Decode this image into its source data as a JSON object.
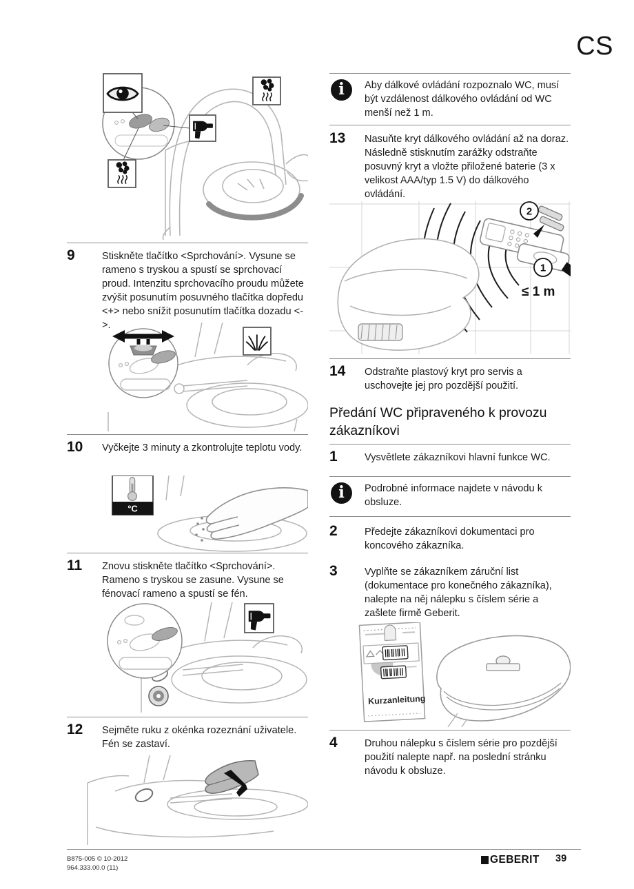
{
  "page": {
    "language_code": "CS",
    "footer": {
      "doc_code": "B875-005 © 10-2012",
      "doc_version": "964.333.00.0 (11)",
      "brand": "GEBERIT",
      "page_number": "39"
    }
  },
  "icons": {
    "info_glyph": "i"
  },
  "left_column": {
    "step9": {
      "num": "9",
      "text": "Stiskněte tlačítko <Sprchování>. Vysune se rameno s tryskou a spustí se sprchovací proud. Intenzitu sprchovacího proudu můžete zvýšit posunutím posuvného tlačítka dopředu <+> nebo snížit posunutím tlačítka dozadu <->."
    },
    "step10": {
      "num": "10",
      "text": "Vyčkejte 3 minuty a zkontrolujte teplotu vody."
    },
    "step11": {
      "num": "11",
      "text": "Znovu stiskněte tlačítko <Sprchování>. Rameno s tryskou se zasune. Vysune se fénovací rameno a spustí se fén."
    },
    "step12": {
      "num": "12",
      "text": "Sejměte ruku z okénka rozeznání uživatele. Fén se zastaví."
    },
    "labels": {
      "temperature_unit": "°C"
    }
  },
  "right_column": {
    "info_note_1": "Aby dálkové ovládání rozpoznalo WC, musí být vzdálenost dálkového ovládání od WC menší než 1 m.",
    "step13": {
      "num": "13",
      "text": "Nasuňte kryt dálkového ovládání až na doraz. Následně stisknutím zarážky odstraňte posuvný kryt a vložte přiložené baterie (3 x velikost AAA/typ 1.5 V) do dálkového ovládání."
    },
    "remote_illustration": {
      "distance_label": "≤ 1 m",
      "callout_1": "1",
      "callout_2": "2"
    },
    "step14": {
      "num": "14",
      "text": "Odstraňte plastový kryt pro servis a uschovejte jej pro pozdější použití."
    },
    "section_heading": "Předání WC připraveného k provozu zákazníkovi",
    "step1": {
      "num": "1",
      "text": "Vysvětlete zákazníkovi hlavní funkce WC."
    },
    "info_note_2": "Podrobné informace najdete v návodu k obsluze.",
    "step2": {
      "num": "2",
      "text": "Předejte zákazníkovi dokumentaci pro koncového zákazníka."
    },
    "step3": {
      "num": "3",
      "text": "Vyplňte se zákazníkem záruční list (dokumentace pro konečného zákazníka), nalepte na něj nálepku s číslem série a zašlete firmě Geberit."
    },
    "warranty_illustration": {
      "booklet_title": "Kurzanleitung"
    },
    "step4": {
      "num": "4",
      "text": "Druhou nálepku s číslem série pro pozdější použití nalepte např. na poslední stránku návodu k obsluze."
    }
  }
}
